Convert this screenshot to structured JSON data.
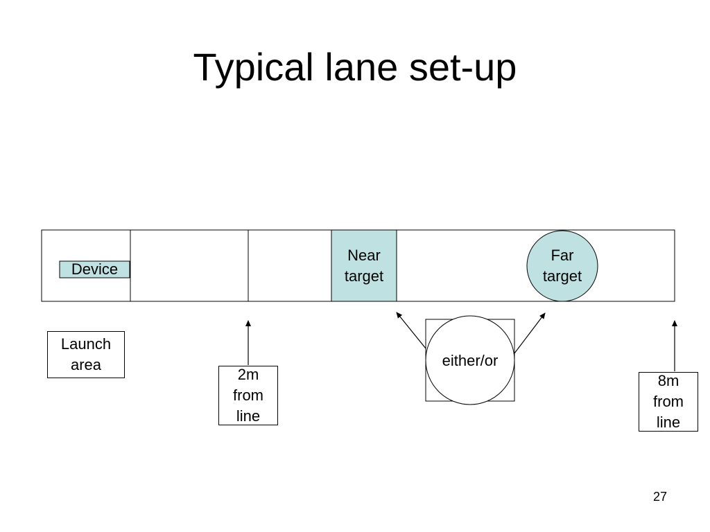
{
  "slide": {
    "title": "Typical lane set-up",
    "page_number": "27"
  },
  "diagram": {
    "device_label": "Device",
    "near_target_label": "Near\ntarget",
    "far_target_label": "Far\ntarget",
    "launch_area_label": "Launch\narea",
    "two_m_label": "2m\nfrom\nline",
    "either_or_label": "either/or",
    "eight_m_label": "8m\nfrom\nline",
    "fill_color": "#bfe1e1",
    "stroke_color": "#000000"
  }
}
